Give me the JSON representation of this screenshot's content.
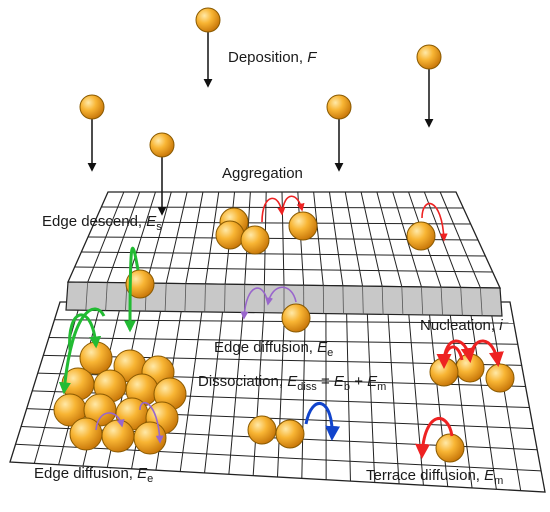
{
  "labels": {
    "deposition": "Deposition, ",
    "deposition_sym": "F",
    "aggregation": "Aggregation",
    "edge_descend": "Edge descend, ",
    "edge_descend_sym": "E",
    "edge_descend_sub": "s",
    "edge_diffusion_mid": "Edge diffusion, ",
    "edge_diffusion_mid_sym": "E",
    "edge_diffusion_mid_sub": "e",
    "nucleation": "Nucleation, ",
    "nucleation_sym": "i",
    "dissociation": "Dissociation, ",
    "dissociation_sym": "E",
    "dissociation_sub": "diss",
    "dissociation_eq": " = ",
    "dissociation_b": "E",
    "dissociation_b_sub": "b",
    "dissociation_plus": " + ",
    "dissociation_m": "E",
    "dissociation_m_sub": "m",
    "edge_diffusion_bottom": "Edge diffusion, ",
    "edge_diffusion_bottom_sym": "E",
    "edge_diffusion_bottom_sub": "e",
    "terrace_diffusion": "Terrace diffusion, ",
    "terrace_diffusion_sym": "E",
    "terrace_diffusion_sub": "m"
  },
  "colors": {
    "atom_fill": "#f5a623",
    "atom_stroke": "#8a5a00",
    "grid": "#222222",
    "step_face": "#c8c8c8",
    "red_arrow": "#ee2222",
    "green_arrow": "#22bb33",
    "purple_arrow": "#9966cc",
    "blue_arrow": "#1144cc",
    "black_arrow": "#111111"
  }
}
